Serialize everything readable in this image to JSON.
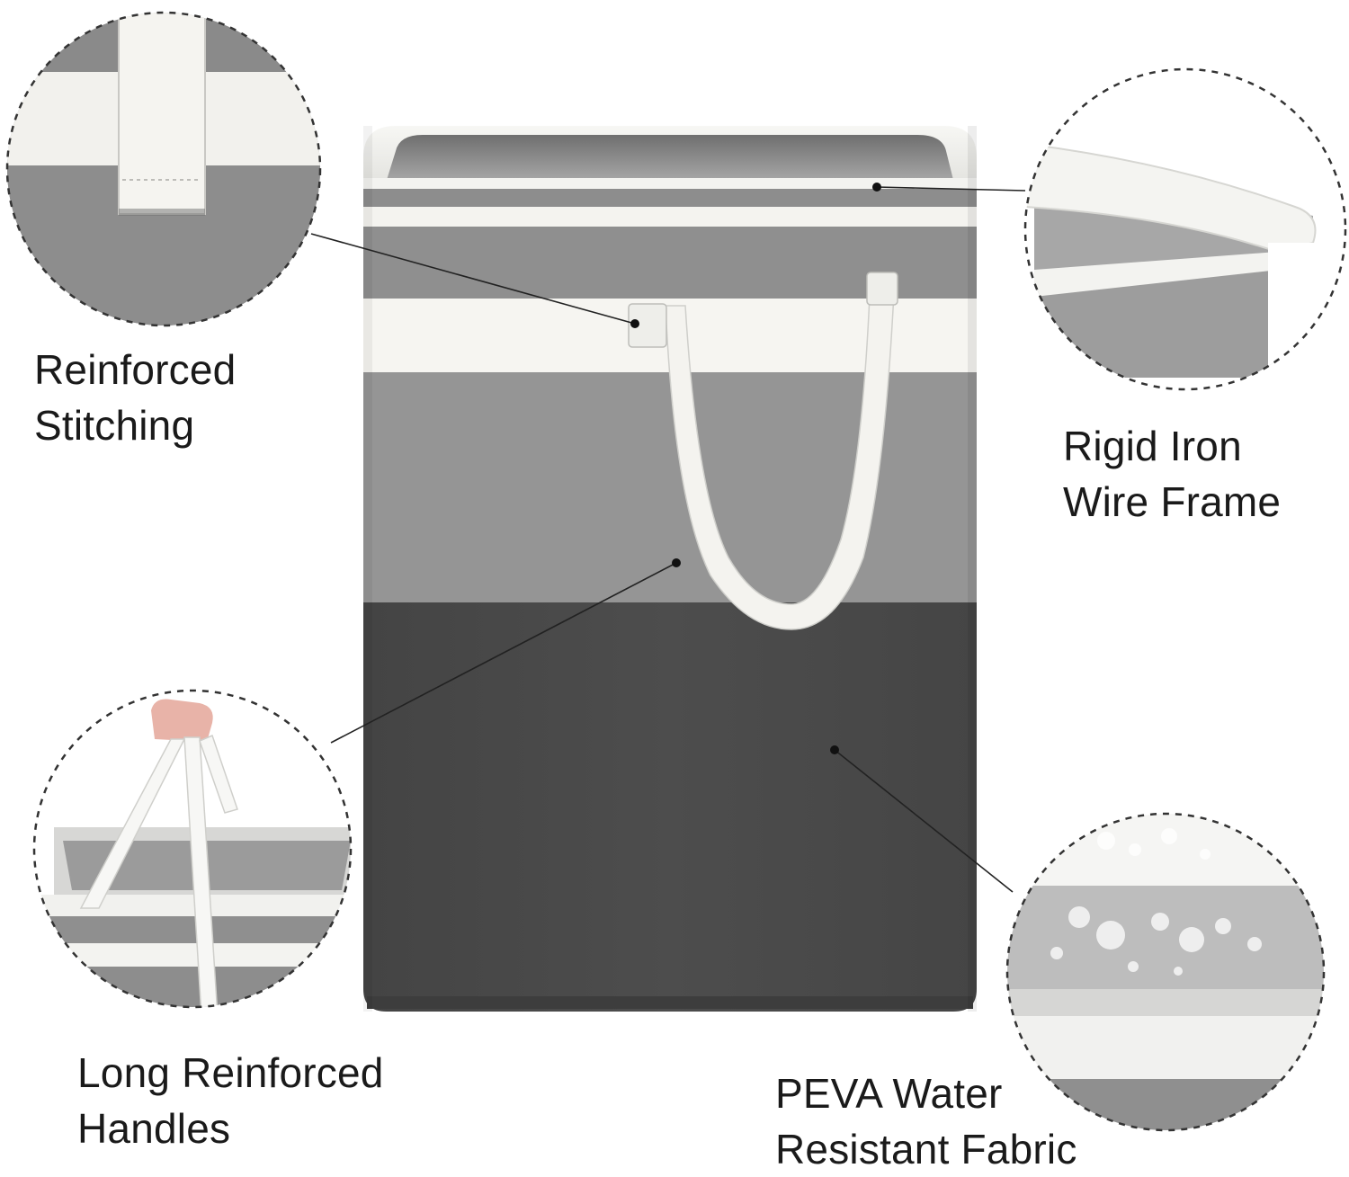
{
  "colors": {
    "background": "#ffffff",
    "rim_white": "#f2f2ef",
    "stripe_gray": "#8e8e8e",
    "mid_gray": "#959595",
    "band_white": "#f6f5f1",
    "dark_gray": "#4a4a4a",
    "leader_line": "#222222",
    "dashed_circle": "#333333",
    "text": "#1a1a1a"
  },
  "product": {
    "name": "laundry-hamper",
    "handle_icon": "strap-handle-icon"
  },
  "callouts": {
    "stitching": {
      "line1": "Reinforced",
      "line2": "Stitching"
    },
    "frame": {
      "line1": "Rigid Iron",
      "line2": "Wire Frame"
    },
    "handles": {
      "line1": "Long Reinforced",
      "line2": "Handles"
    },
    "fabric": {
      "line1": "PEVA Water",
      "line2": "Resistant Fabric"
    }
  }
}
